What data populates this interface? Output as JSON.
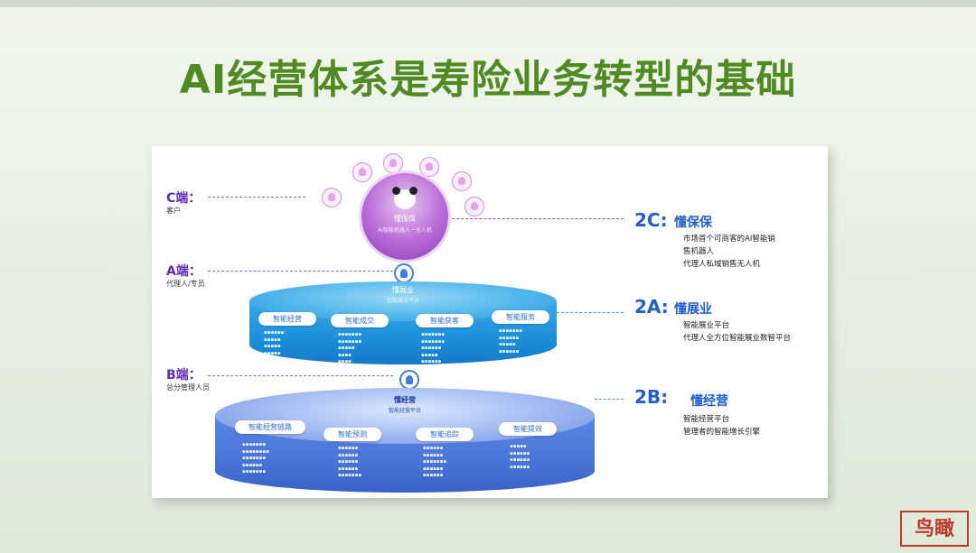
{
  "slide": {
    "title": "AI经营体系是寿险业务转型的基础"
  },
  "left_labels": {
    "c": {
      "title": "C端：",
      "sub": "客户"
    },
    "a": {
      "title": "A端：",
      "sub": "代理人/专员"
    },
    "b": {
      "title": "B端：",
      "sub": "总分管理人员"
    }
  },
  "circle": {
    "name": "懂保保",
    "sub": "AI智能机器人・无人机"
  },
  "platform_a": {
    "name": "懂展业",
    "sub": "智能展业平台",
    "pills": [
      "智能经营",
      "智能成交",
      "智能获客",
      "智能服务"
    ]
  },
  "platform_b": {
    "name": "懂经营",
    "sub": "智能经营平台",
    "pills": [
      "智能经营链路",
      "智能预测",
      "智能追踪",
      "智能提效"
    ]
  },
  "right": {
    "c": {
      "code": "2C:",
      "name": "懂保保",
      "desc": [
        "市场首个可商客的AI智能销",
        "售机器人",
        "代理人私域销售无人机"
      ]
    },
    "a": {
      "code": "2A:",
      "name": "懂展业",
      "desc": [
        "智能展业平台",
        "代理人全方位智能展业数智平台"
      ]
    },
    "b": {
      "code": "2B:",
      "name": "懂经营",
      "desc": [
        "智能经营平台",
        "管理者的智能增长引擎"
      ]
    }
  },
  "stamp": {
    "text": "鸟瞰"
  },
  "colors": {
    "title": "#4f8a23",
    "accent": "#1f5fd0",
    "purple": "#5f2bbd"
  },
  "icons": [
    "person-icon",
    "panda-icon",
    "customer-bubble-icon"
  ]
}
